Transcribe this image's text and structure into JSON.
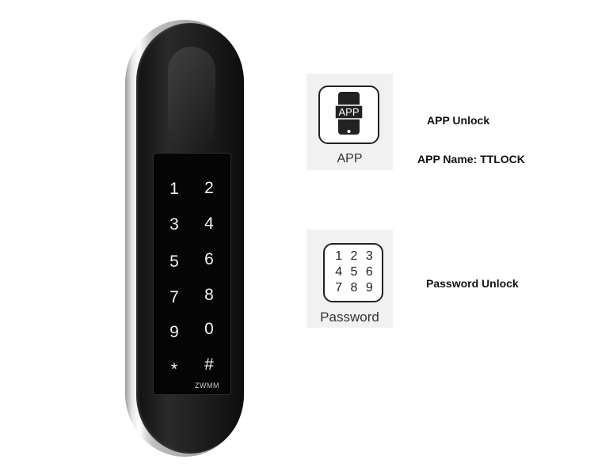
{
  "device": {
    "keys": [
      "1",
      "2",
      "3",
      "4",
      "5",
      "6",
      "7",
      "8",
      "9",
      "0",
      "*",
      "#"
    ],
    "brand": "ZWMM"
  },
  "app_method": {
    "icon_caption": "APP",
    "screen_text": "APP",
    "title": "APP Unlock",
    "app_name": "APP Name: TTLOCK"
  },
  "password_method": {
    "icon_caption": "Password",
    "digits": [
      "1",
      "2",
      "3",
      "4",
      "5",
      "6",
      "7",
      "8",
      "9"
    ],
    "title": "Password Unlock"
  }
}
